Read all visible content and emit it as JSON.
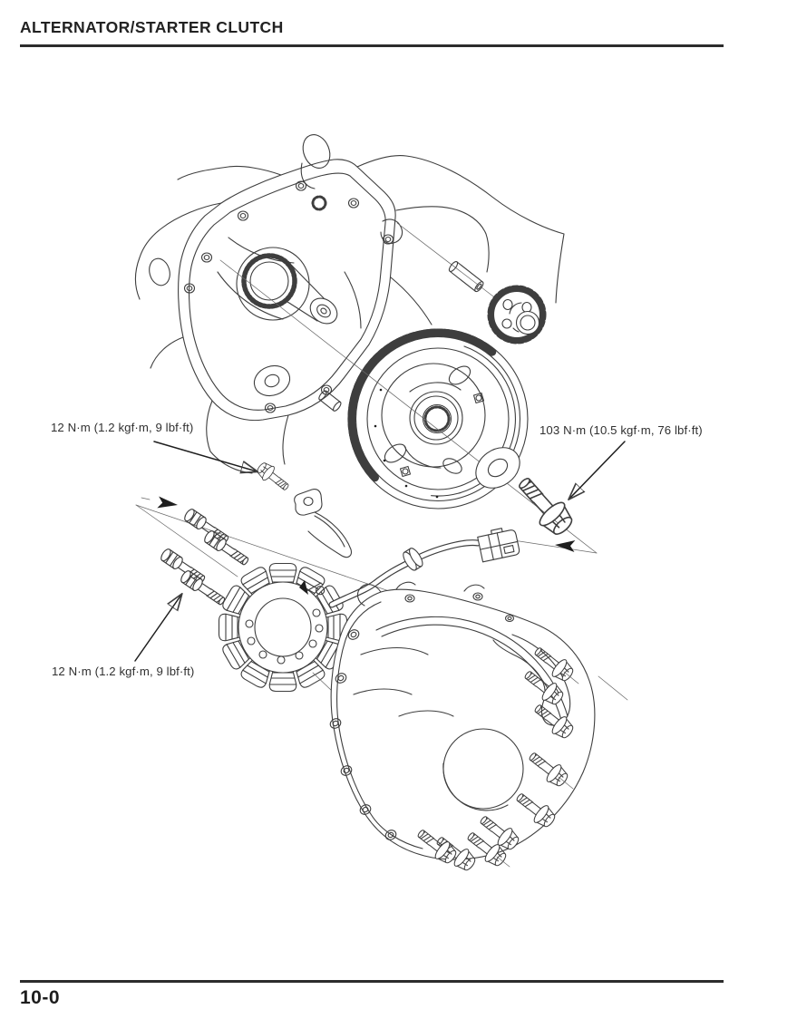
{
  "page": {
    "title": "ALTERNATOR/STARTER CLUTCH",
    "page_number": "10-0"
  },
  "diagram": {
    "torque_labels": {
      "wire_clamp_bolt": "12 N·m (1.2 kgf·m, 9 lbf·ft)",
      "flywheel_bolt": "103 N·m (10.5 kgf·m, 76 lbf·ft)",
      "stator_bolts": "12 N·m (1.2 kgf·m, 9 lbf·ft)"
    }
  }
}
